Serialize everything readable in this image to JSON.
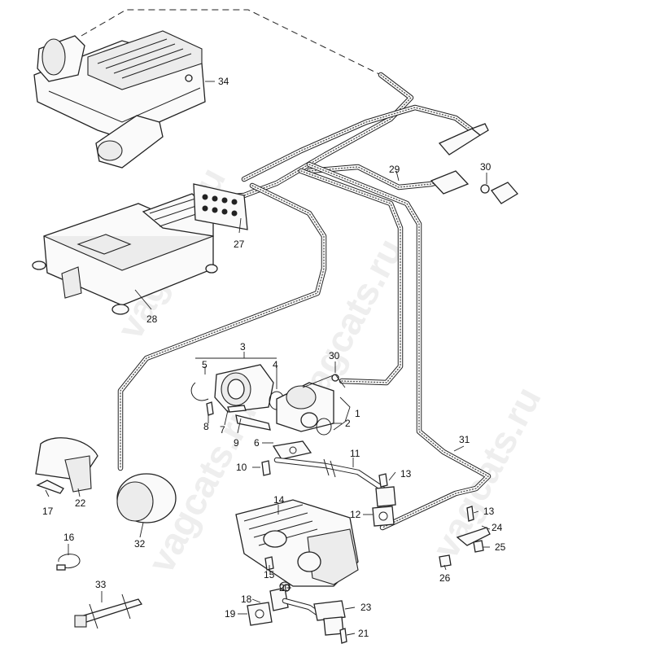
{
  "watermark": "vagcats.ru",
  "callouts": {
    "c1": "1",
    "c2": "2",
    "c3": "3",
    "c4": "4",
    "c5": "5",
    "c6": "6",
    "c7": "7",
    "c8": "8",
    "c9": "9",
    "c10": "10",
    "c11": "11",
    "c12": "12",
    "c13a": "13",
    "c13b": "13",
    "c14": "14",
    "c15": "15",
    "c16": "16",
    "c17": "17",
    "c18": "18",
    "c19": "19",
    "c20": "20",
    "c21": "21",
    "c22": "22",
    "c23": "23",
    "c24": "24",
    "c25": "25",
    "c26": "26",
    "c27": "27",
    "c28": "28",
    "c29": "29",
    "c30a": "30",
    "c30b": "30",
    "c31": "31",
    "c32": "32",
    "c33": "33",
    "c34": "34"
  }
}
